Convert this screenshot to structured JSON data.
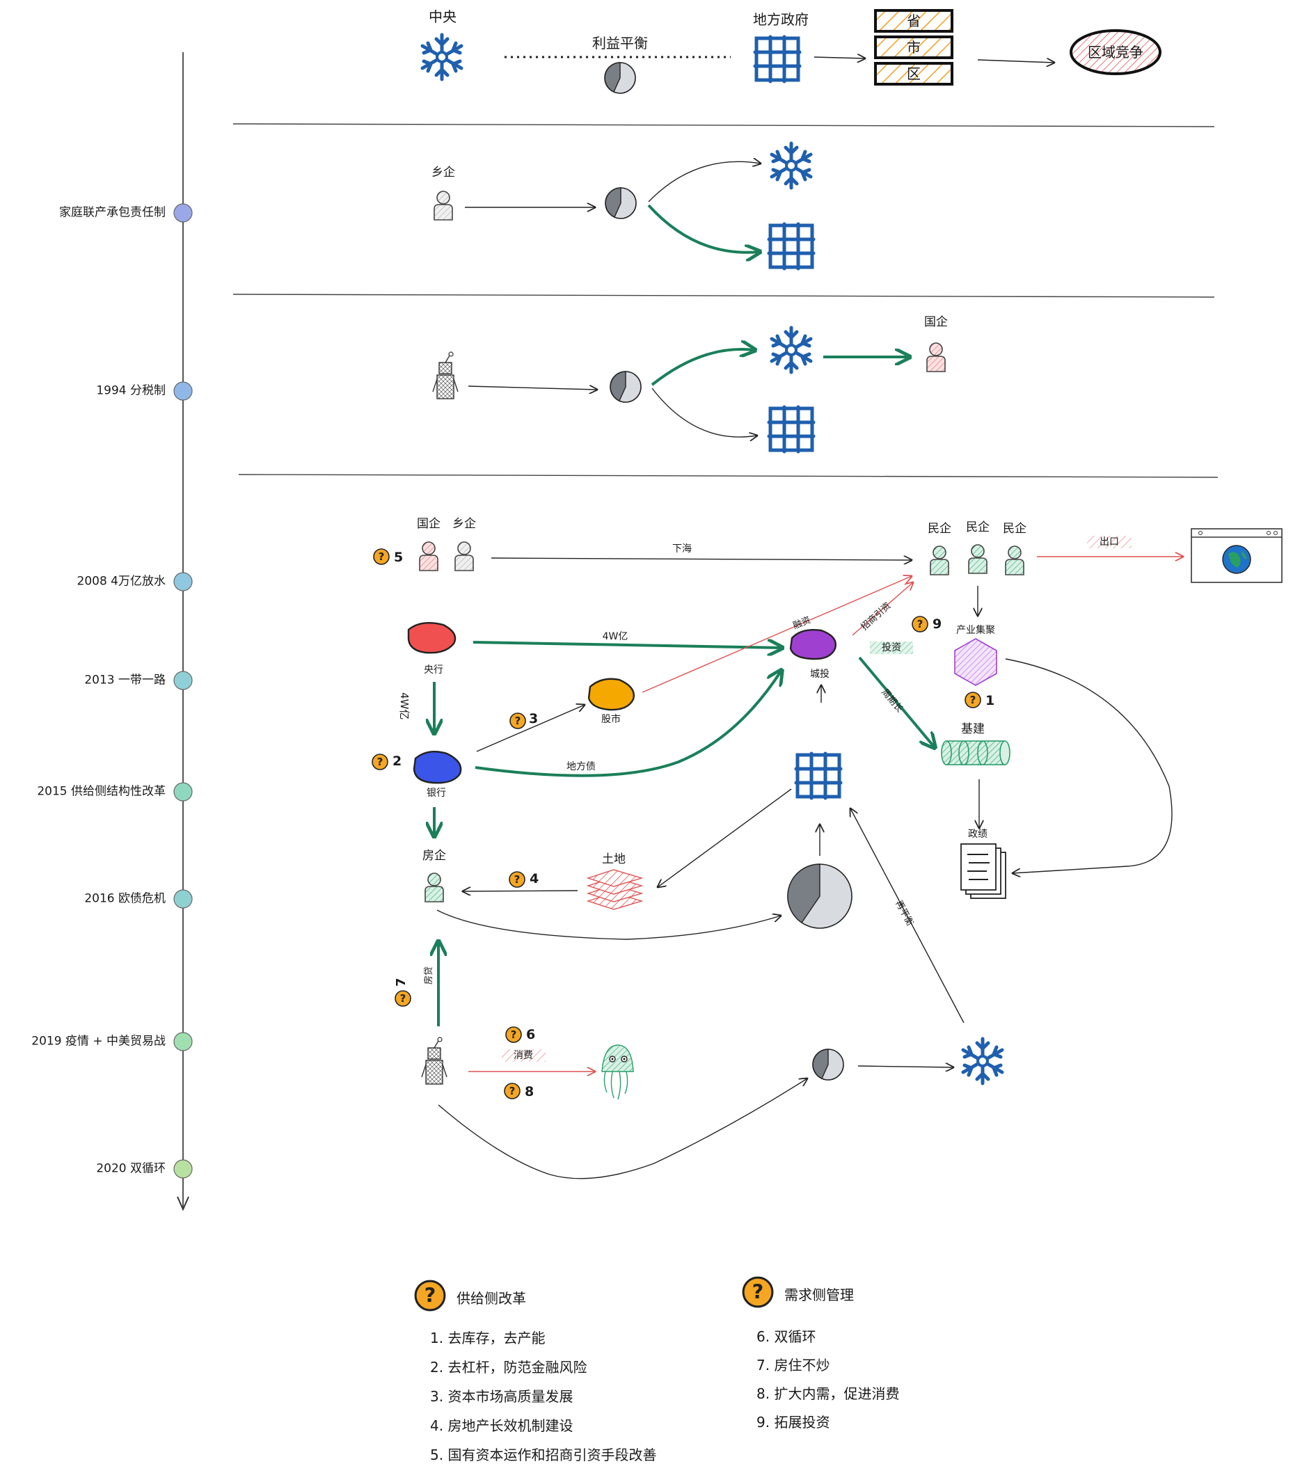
{
  "colors": {
    "green": "#1a7f5a",
    "red": "#e05050",
    "blue": "#1f5fae",
    "orange": "#f0a020",
    "purple": "#a040d0",
    "gray": "#666666"
  },
  "top": {
    "central": "中央",
    "balance": "利益平衡",
    "local_gov": "地方政府",
    "levels": [
      "省",
      "市",
      "区"
    ],
    "competition": "区域竞争"
  },
  "row2": {
    "township": "乡企"
  },
  "row3": {
    "soe": "国企"
  },
  "timeline": [
    "家庭联产承包责任制",
    "1994 分税制",
    "2008 4万亿放水",
    "2013 一带一路",
    "2015 供给侧结构性改革",
    "2016 欧债危机",
    "2019 疫情 + 中美贸易战",
    "2020 双循环"
  ],
  "main": {
    "soe": "国企",
    "township": "乡企",
    "q5": "5",
    "xiahai": "下海",
    "private": [
      "民企",
      "民企",
      "民企"
    ],
    "export": "出口",
    "central_bank": "央行",
    "four_w": "4W亿",
    "four_w_vertical": "4W亿",
    "lgfv": "城投",
    "financing": "融资",
    "attract": "招商引资",
    "invest": "投资",
    "q9": "9",
    "cluster": "产业集聚",
    "q1": "1",
    "cycle": "周期长",
    "infra": "基建",
    "stock": "股市",
    "q3": "3",
    "q2": "2",
    "bank": "银行",
    "local_bond": "地方债",
    "achievement": "政绩",
    "developer": "房企",
    "land": "土地",
    "q4": "4",
    "rebalance": "再平衡",
    "housing": "房贷",
    "q7": "7",
    "q6": "6",
    "consume": "消费",
    "q8": "8"
  },
  "legend": {
    "supply_title": "供给侧改革",
    "supply_items": [
      "1. 去库存，去产能",
      "2. 去杠杆，防范金融风险",
      "3. 资本市场高质量发展",
      "4. 房地产长效机制建设",
      "5. 国有资本运作和招商引资手段改善"
    ],
    "demand_title": "需求侧管理",
    "demand_items": [
      "6. 双循环",
      "7. 房住不炒",
      "8. 扩大内需，促进消费",
      "9. 拓展投资"
    ]
  }
}
